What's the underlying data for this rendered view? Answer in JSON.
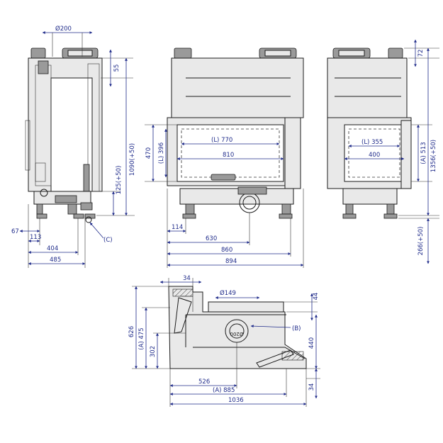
{
  "side": {
    "d200": "Ø200",
    "d55": "55",
    "d1090": "1090(+50)",
    "d125": "125(+50)",
    "d67": "67",
    "d113": "113",
    "d404": "404",
    "d485": "485",
    "c": "(C)"
  },
  "front": {
    "l770": "(L) 770",
    "d810": "810",
    "d470": "470",
    "l396": "(L) 396",
    "d114": "114",
    "d630": "630",
    "d860": "860",
    "d894": "894"
  },
  "right": {
    "d72": "72",
    "d1356": "1356(+50)",
    "l355": "(L) 355",
    "d400": "400",
    "a513": "(A) 513",
    "d266": "266(+50)"
  },
  "top": {
    "d34a": "34",
    "d149": "Ø149",
    "d44": "44",
    "b": "(B)",
    "d626": "626",
    "a475": "(A) 475",
    "d302": "302",
    "d440": "440",
    "d526": "526",
    "a885": "(A) 885",
    "d1036": "1036",
    "d34b": "34",
    "d200": "Ø200"
  }
}
